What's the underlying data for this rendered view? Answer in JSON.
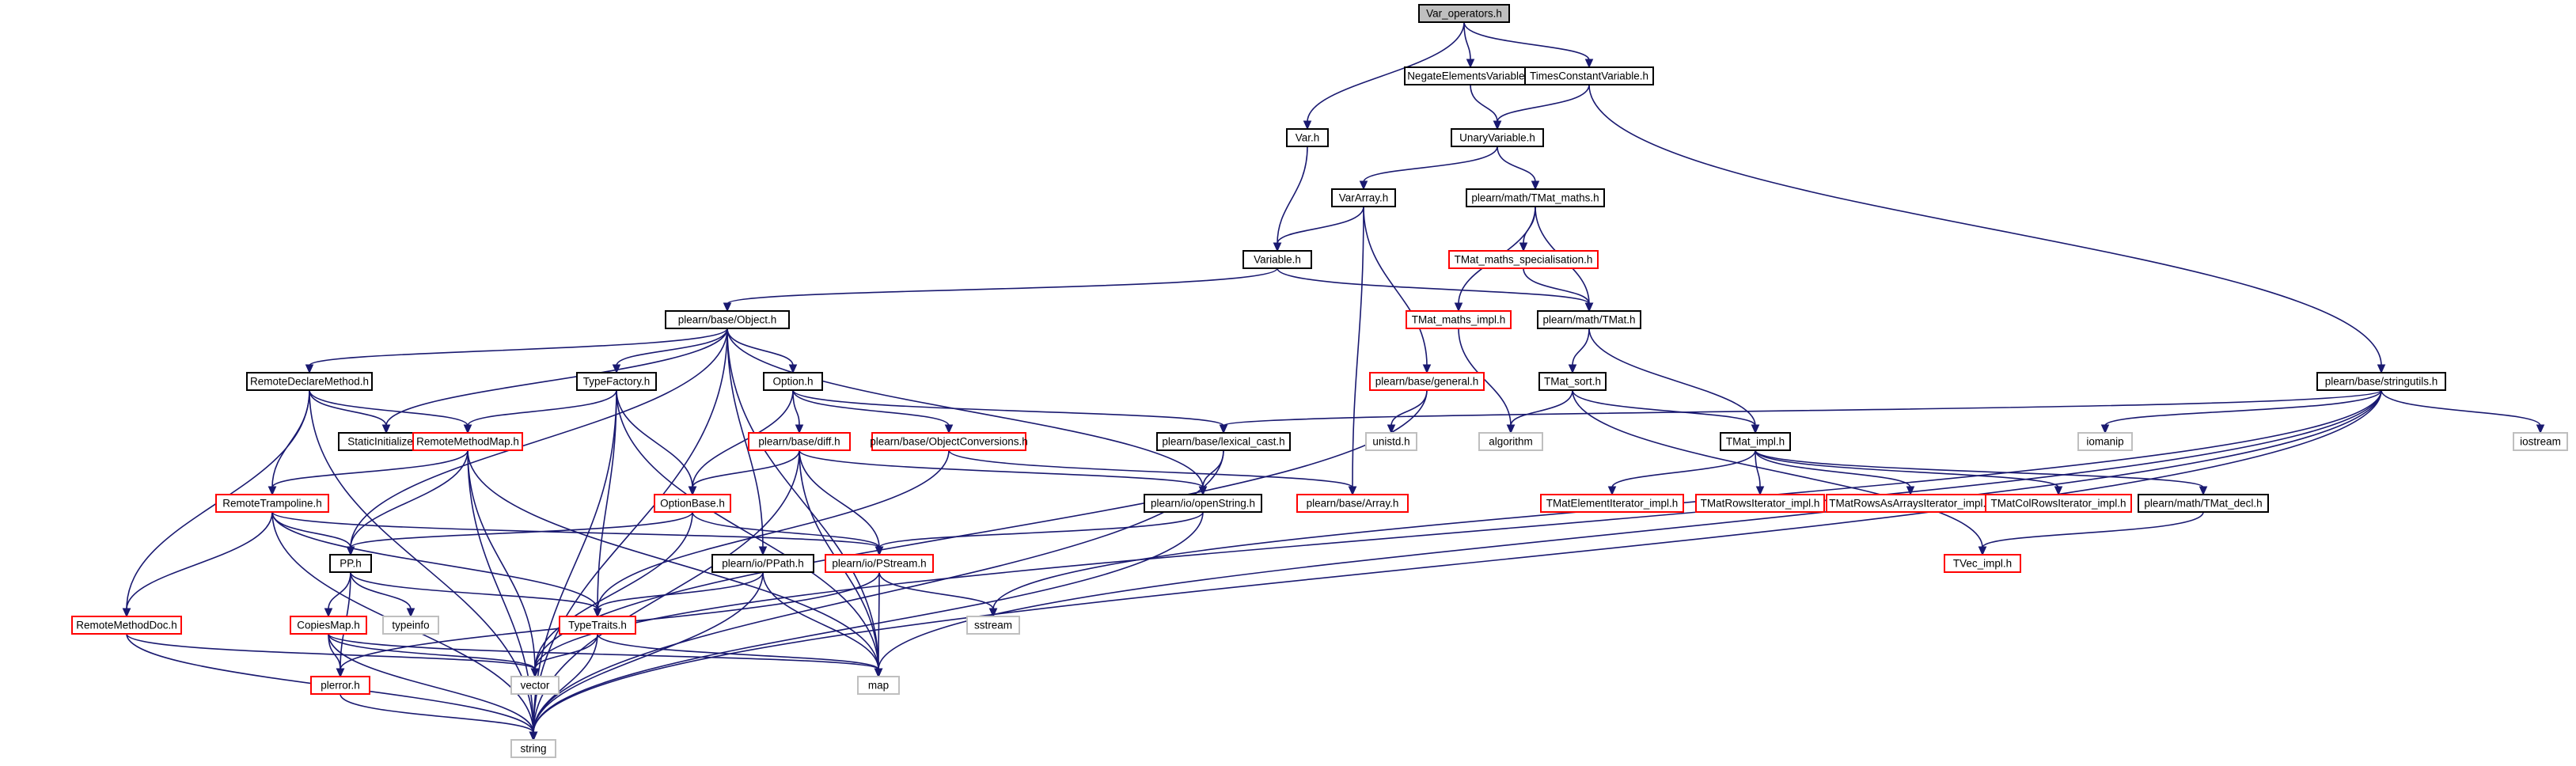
{
  "colors": {
    "edge": "#191970",
    "root_fill": "#bfbfbf",
    "normal_border": "#000000",
    "truncated_border": "#ff0000",
    "system_border": "#bfbfbf",
    "text": "#000000"
  },
  "graph": {
    "title": "",
    "root": "Var_operators.h",
    "nodes": [
      {
        "id": "var_operators",
        "label": "Var_operators.h",
        "kind": "root"
      },
      {
        "id": "negate",
        "label": "NegateElementsVariable.h",
        "kind": "normal"
      },
      {
        "id": "times",
        "label": "TimesConstantVariable.h",
        "kind": "normal"
      },
      {
        "id": "var",
        "label": "Var.h",
        "kind": "normal"
      },
      {
        "id": "unary",
        "label": "UnaryVariable.h",
        "kind": "normal"
      },
      {
        "id": "vararray",
        "label": "VarArray.h",
        "kind": "normal"
      },
      {
        "id": "tmat_maths",
        "label": "plearn/math/TMat_maths.h",
        "kind": "normal"
      },
      {
        "id": "variable",
        "label": "Variable.h",
        "kind": "normal"
      },
      {
        "id": "tmat_maths_spec",
        "label": "TMat_maths_specialisation.h",
        "kind": "truncated"
      },
      {
        "id": "object",
        "label": "plearn/base/Object.h",
        "kind": "normal"
      },
      {
        "id": "tmat_maths_impl",
        "label": "TMat_maths_impl.h",
        "kind": "truncated"
      },
      {
        "id": "tmat",
        "label": "plearn/math/TMat.h",
        "kind": "normal"
      },
      {
        "id": "remotedeclare",
        "label": "RemoteDeclareMethod.h",
        "kind": "normal"
      },
      {
        "id": "typefactory",
        "label": "TypeFactory.h",
        "kind": "normal"
      },
      {
        "id": "option",
        "label": "Option.h",
        "kind": "normal"
      },
      {
        "id": "general",
        "label": "plearn/base/general.h",
        "kind": "truncated"
      },
      {
        "id": "tmat_sort",
        "label": "TMat_sort.h",
        "kind": "normal"
      },
      {
        "id": "stringutils",
        "label": "plearn/base/stringutils.h",
        "kind": "normal"
      },
      {
        "id": "staticinit",
        "label": "StaticInitializer.h",
        "kind": "normal"
      },
      {
        "id": "remotemethodmap",
        "label": "RemoteMethodMap.h",
        "kind": "truncated"
      },
      {
        "id": "diff",
        "label": "plearn/base/diff.h",
        "kind": "truncated"
      },
      {
        "id": "objconv",
        "label": "plearn/base/ObjectConversions.h",
        "kind": "truncated"
      },
      {
        "id": "lexical",
        "label": "plearn/base/lexical_cast.h",
        "kind": "normal"
      },
      {
        "id": "unistd",
        "label": "unistd.h",
        "kind": "system"
      },
      {
        "id": "algorithm",
        "label": "algorithm",
        "kind": "system"
      },
      {
        "id": "tmat_impl",
        "label": "TMat_impl.h",
        "kind": "normal"
      },
      {
        "id": "iomanip",
        "label": "iomanip",
        "kind": "system"
      },
      {
        "id": "iostream",
        "label": "iostream",
        "kind": "system"
      },
      {
        "id": "remotetramp",
        "label": "RemoteTrampoline.h",
        "kind": "truncated"
      },
      {
        "id": "optionbase",
        "label": "OptionBase.h",
        "kind": "truncated"
      },
      {
        "id": "openstring",
        "label": "plearn/io/openString.h",
        "kind": "normal"
      },
      {
        "id": "array",
        "label": "plearn/base/Array.h",
        "kind": "truncated"
      },
      {
        "id": "tmatelem",
        "label": "TMatElementIterator_impl.h",
        "kind": "truncated"
      },
      {
        "id": "tmatrows",
        "label": "TMatRowsIterator_impl.h",
        "kind": "truncated"
      },
      {
        "id": "tmatrowsarr",
        "label": "TMatRowsAsArraysIterator_impl.h",
        "kind": "truncated"
      },
      {
        "id": "tmatcolrows",
        "label": "TMatColRowsIterator_impl.h",
        "kind": "truncated"
      },
      {
        "id": "tmat_decl",
        "label": "plearn/math/TMat_decl.h",
        "kind": "normal"
      },
      {
        "id": "pp",
        "label": "PP.h",
        "kind": "normal"
      },
      {
        "id": "ppath",
        "label": "plearn/io/PPath.h",
        "kind": "normal"
      },
      {
        "id": "pstream",
        "label": "plearn/io/PStream.h",
        "kind": "truncated"
      },
      {
        "id": "tvec_impl",
        "label": "TVec_impl.h",
        "kind": "truncated"
      },
      {
        "id": "typeinfo",
        "label": "typeinfo",
        "kind": "system"
      },
      {
        "id": "remotemethoddoc",
        "label": "RemoteMethodDoc.h",
        "kind": "truncated"
      },
      {
        "id": "copiesmap",
        "label": "CopiesMap.h",
        "kind": "truncated"
      },
      {
        "id": "typetraits",
        "label": "TypeTraits.h",
        "kind": "truncated"
      },
      {
        "id": "sstream",
        "label": "sstream",
        "kind": "system"
      },
      {
        "id": "plerror",
        "label": "plerror.h",
        "kind": "truncated"
      },
      {
        "id": "vector",
        "label": "vector",
        "kind": "system"
      },
      {
        "id": "map",
        "label": "map",
        "kind": "system"
      },
      {
        "id": "string",
        "label": "string",
        "kind": "system"
      }
    ],
    "edges": [
      [
        "var_operators",
        "var"
      ],
      [
        "var_operators",
        "negate"
      ],
      [
        "var_operators",
        "times"
      ],
      [
        "negate",
        "unary"
      ],
      [
        "times",
        "unary"
      ],
      [
        "times",
        "stringutils"
      ],
      [
        "var",
        "variable"
      ],
      [
        "unary",
        "vararray"
      ],
      [
        "unary",
        "tmat_maths"
      ],
      [
        "vararray",
        "variable"
      ],
      [
        "vararray",
        "general"
      ],
      [
        "vararray",
        "array"
      ],
      [
        "tmat_maths",
        "tmat_maths_spec"
      ],
      [
        "tmat_maths",
        "tmat_maths_impl"
      ],
      [
        "tmat_maths",
        "tmat"
      ],
      [
        "tmat_maths_spec",
        "tmat"
      ],
      [
        "tmat_maths_impl",
        "algorithm"
      ],
      [
        "variable",
        "object"
      ],
      [
        "variable",
        "tmat"
      ],
      [
        "object",
        "remotedeclare"
      ],
      [
        "object",
        "typefactory"
      ],
      [
        "object",
        "option"
      ],
      [
        "object",
        "staticinit"
      ],
      [
        "object",
        "string"
      ],
      [
        "object",
        "pp"
      ],
      [
        "object",
        "openstring"
      ],
      [
        "object",
        "ppath"
      ],
      [
        "object",
        "map"
      ],
      [
        "tmat",
        "tmat_sort"
      ],
      [
        "tmat",
        "tmat_impl"
      ],
      [
        "remotedeclare",
        "staticinit"
      ],
      [
        "remotedeclare",
        "remotemethodmap"
      ],
      [
        "remotedeclare",
        "remotetramp"
      ],
      [
        "remotedeclare",
        "remotemethoddoc"
      ],
      [
        "remotedeclare",
        "string"
      ],
      [
        "typefactory",
        "remotemethodmap"
      ],
      [
        "typefactory",
        "optionbase"
      ],
      [
        "typefactory",
        "typetraits"
      ],
      [
        "typefactory",
        "map"
      ],
      [
        "typefactory",
        "string"
      ],
      [
        "option",
        "diff"
      ],
      [
        "option",
        "objconv"
      ],
      [
        "option",
        "lexical"
      ],
      [
        "option",
        "optionbase"
      ],
      [
        "general",
        "unistd"
      ],
      [
        "general",
        "vector"
      ],
      [
        "tmat_sort",
        "algorithm"
      ],
      [
        "tmat_sort",
        "tmat_impl"
      ],
      [
        "tmat_sort",
        "tvec_impl"
      ],
      [
        "stringutils",
        "lexical"
      ],
      [
        "stringutils",
        "iomanip"
      ],
      [
        "stringutils",
        "iostream"
      ],
      [
        "stringutils",
        "sstream"
      ],
      [
        "stringutils",
        "vector"
      ],
      [
        "stringutils",
        "map"
      ],
      [
        "stringutils",
        "string"
      ],
      [
        "remotemethodmap",
        "remotetramp"
      ],
      [
        "remotemethodmap",
        "pp"
      ],
      [
        "remotemethodmap",
        "vector"
      ],
      [
        "remotemethodmap",
        "map"
      ],
      [
        "remotemethodmap",
        "string"
      ],
      [
        "diff",
        "optionbase"
      ],
      [
        "diff",
        "openstring"
      ],
      [
        "diff",
        "pstream"
      ],
      [
        "diff",
        "map"
      ],
      [
        "diff",
        "string"
      ],
      [
        "objconv",
        "array"
      ],
      [
        "objconv",
        "typetraits"
      ],
      [
        "lexical",
        "openstring"
      ],
      [
        "lexical",
        "string"
      ],
      [
        "tmat_impl",
        "tmatelem"
      ],
      [
        "tmat_impl",
        "tmatrows"
      ],
      [
        "tmat_impl",
        "tmatrowsarr"
      ],
      [
        "tmat_impl",
        "tmatcolrows"
      ],
      [
        "tmat_impl",
        "tmat_decl"
      ],
      [
        "tmat_decl",
        "tvec_impl"
      ],
      [
        "remotetramp",
        "pp"
      ],
      [
        "remotetramp",
        "remotemethoddoc"
      ],
      [
        "remotetramp",
        "pstream"
      ],
      [
        "remotetramp",
        "typetraits"
      ],
      [
        "remotetramp",
        "string"
      ],
      [
        "optionbase",
        "pp"
      ],
      [
        "optionbase",
        "pstream"
      ],
      [
        "optionbase",
        "vector"
      ],
      [
        "openstring",
        "pstream"
      ],
      [
        "openstring",
        "string"
      ],
      [
        "pp",
        "typeinfo"
      ],
      [
        "pp",
        "copiesmap"
      ],
      [
        "pp",
        "typetraits"
      ],
      [
        "pp",
        "plerror"
      ],
      [
        "ppath",
        "typetraits"
      ],
      [
        "ppath",
        "map"
      ],
      [
        "ppath",
        "string"
      ],
      [
        "pstream",
        "sstream"
      ],
      [
        "pstream",
        "plerror"
      ],
      [
        "pstream",
        "map"
      ],
      [
        "remotemethoddoc",
        "vector"
      ],
      [
        "remotemethoddoc",
        "string"
      ],
      [
        "copiesmap",
        "plerror"
      ],
      [
        "copiesmap",
        "vector"
      ],
      [
        "copiesmap",
        "map"
      ],
      [
        "copiesmap",
        "string"
      ],
      [
        "typetraits",
        "vector"
      ],
      [
        "typetraits",
        "map"
      ],
      [
        "typetraits",
        "string"
      ],
      [
        "plerror",
        "string"
      ]
    ]
  }
}
